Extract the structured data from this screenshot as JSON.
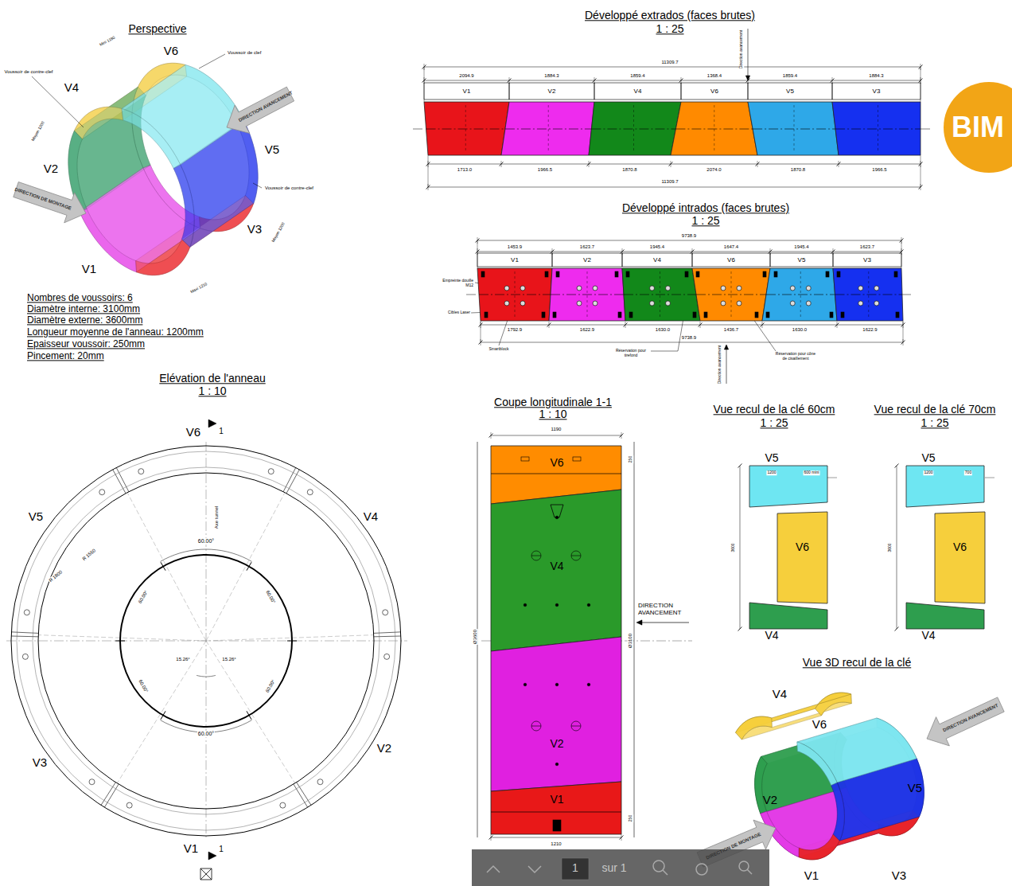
{
  "diagram": {
    "nodes": [
      {
        "text": [
          "V1"
        ]
      },
      {
        "text": [
          "V2"
        ]
      },
      {
        "text": [
          "V4"
        ]
      },
      {
        "text": [
          "V6"
        ]
      },
      {
        "text": [
          "V5"
        ]
      },
      {
        "text": [
          "V3"
        ]
      },
      {
        "text": [
          "BIM"
        ]
      },
      {
        "text": [
          "V1"
        ]
      },
      {
        "text": [
          "V2"
        ]
      },
      {
        "text": [
          "V4"
        ]
      },
      {
        "text": [
          "V6"
        ]
      },
      {
        "text": [
          "V5"
        ]
      },
      {
        "text": [
          "V3"
        ]
      },
      {
        "text": [
          "V6"
        ]
      },
      {
        "text": [
          "V4"
        ]
      },
      {
        "text": [
          "V2"
        ]
      },
      {
        "text": [
          "V1"
        ]
      },
      {
        "text": [
          "V5"
        ]
      },
      {
        "text": [
          "V6"
        ]
      },
      {
        "text": [
          "V4"
        ]
      },
      {
        "text": [
          "V5"
        ]
      },
      {
        "text": [
          "V6"
        ]
      },
      {
        "text": [
          "V4"
        ]
      },
      {
        "text": [
          "1",
          "sur 1"
        ]
      }
    ],
    "labels": [
      "Perspective",
      "V6",
      "V4",
      "V2",
      "V5",
      "V3",
      "V1",
      "Voussoir de contre-clef",
      "Voussoir de clef",
      "Voussoir de contre-clef",
      "DIRECTION DE MONTAGE",
      "DIRECTION AVANCEMENT",
      "Mini 1190",
      "Moyen 1200",
      "Moyen 1200",
      "Maxi 1210",
      "Nombres de voussoirs: 6",
      "Diamètre interne: 3100mm",
      "Diamètre externe: 3600mm",
      "Longueur moyenne de l'anneau: 1200mm",
      "Epaisseur voussoir: 250mm",
      "Pincement: 20mm",
      "Elévation de l'anneau",
      "1 : 10",
      "V6",
      "1",
      "V5",
      "V4",
      "Axe tunnel",
      "R 1550",
      "R 1800",
      "60.00°",
      "60.00°",
      "15.26°",
      "15.26°",
      "60.00°",
      "60.00°",
      "60.00°",
      "60.00°",
      "V3",
      "V2",
      "V1",
      "1",
      "Développé extrados (faces brutes)",
      "1 : 25",
      "Direction avancement",
      "11309.7",
      "2094.9",
      "1884.3",
      "1859.4",
      "1368.4",
      "1859.4",
      "1884.3",
      "1713.0",
      "1966.5",
      "1870.8",
      "2074.0",
      "1870.8",
      "1966.5",
      "11309.7",
      "Développé intrados (faces brutes)",
      "1 : 25",
      "9738.9",
      "1453.9",
      "1623.7",
      "1945.4",
      "1647.4",
      "1945.4",
      "1623.7",
      "1792.9",
      "1622.9",
      "1630.0",
      "1436.7",
      "1630.0",
      "1622.9",
      "9738.9",
      "Empreinte douille M12",
      "Cibles Laser",
      "Smartblock",
      "Réservation pour tirefond",
      "Direction avancement",
      "Réservation pour cône de cisaillement",
      "Coupe longitudinale 1-1",
      "1 : 10",
      "1190",
      "250",
      "Ø3600",
      "Ø3100",
      "DIRECTION AVANCEMENT",
      "250",
      "1210",
      "Vue recul de la clé 60cm",
      "1 : 25",
      "1200",
      "600 mini",
      "3600",
      "Vue recul de la clé 70cm",
      "1 : 25",
      "1200",
      "700",
      "3600",
      "Vue 3D recul de la clé",
      "V4",
      "V6",
      "V2",
      "V5",
      "V1",
      "V3",
      "DIRECTION DE MONTAGE",
      "DIRECTION AVANCEMENT"
    ]
  }
}
